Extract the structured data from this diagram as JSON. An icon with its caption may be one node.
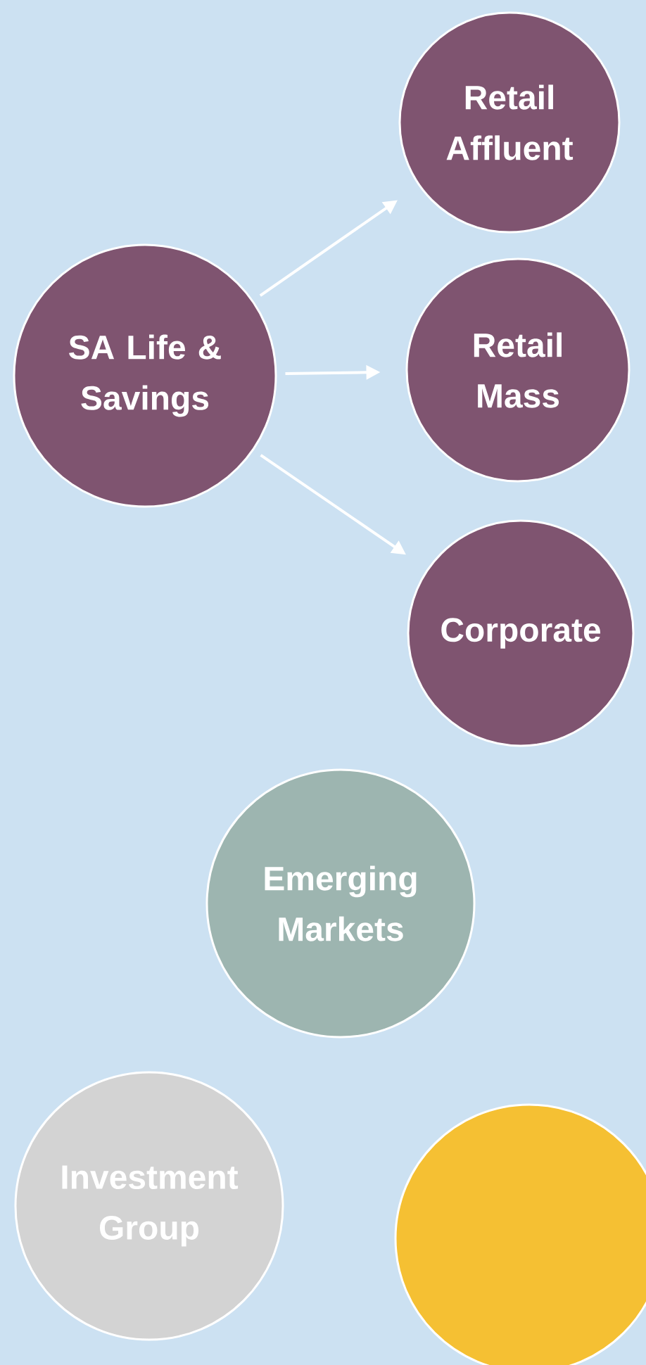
{
  "diagram": {
    "nodes": [
      {
        "text": [
          "SA Life & Savings"
        ]
      },
      {
        "text": [
          "Retail Affluent"
        ]
      },
      {
        "text": [
          "Retail Mass"
        ]
      },
      {
        "text": [
          "Corporate"
        ]
      },
      {
        "text": [
          "Emerging Markets"
        ]
      },
      {
        "text": [
          "Investment Group"
        ]
      },
      {
        "text": [],
        "shape": "circle"
      }
    ],
    "edges": [
      {
        "from": 0,
        "to": 1,
        "arrow": "to"
      },
      {
        "from": 0,
        "to": 2,
        "arrow": "to"
      },
      {
        "from": 0,
        "to": 3,
        "arrow": "to"
      }
    ]
  }
}
